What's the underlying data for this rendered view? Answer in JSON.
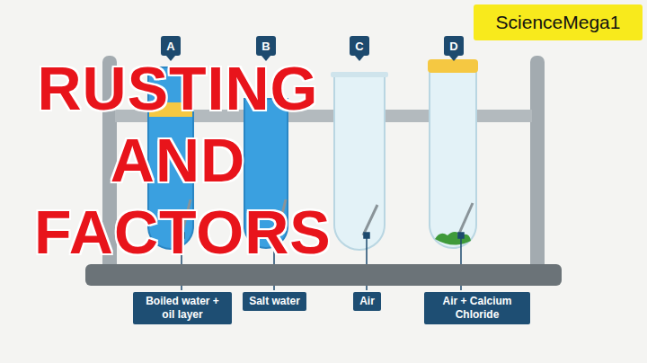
{
  "diagram": {
    "title": "RUSTING AND FACTORS",
    "nodes": [
      {
        "text": [
          "ScienceMega1"
        ]
      },
      {
        "text": [
          "A"
        ]
      },
      {
        "text": [
          "B"
        ]
      },
      {
        "text": [
          "C"
        ]
      },
      {
        "text": [
          "D"
        ]
      },
      {
        "text": [
          "Boiled water + oil layer"
        ]
      },
      {
        "text": [
          "Salt water"
        ]
      },
      {
        "text": [
          "Air"
        ]
      },
      {
        "text": [
          "Air + Calcium Chloride"
        ]
      }
    ]
  }
}
